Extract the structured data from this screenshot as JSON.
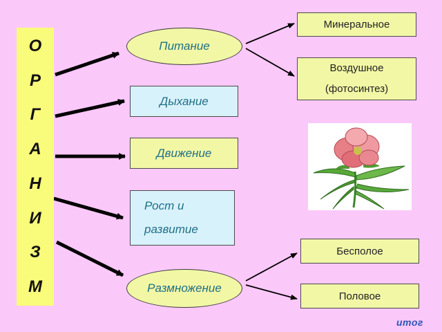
{
  "vertical_word": [
    "О",
    "Р",
    "Г",
    "А",
    "Н",
    "И",
    "З",
    "М"
  ],
  "processes": {
    "nutrition": "Питание",
    "respiration": "Дыхание",
    "movement": "Движение",
    "growth": [
      "Рост и",
      "развитие"
    ],
    "reproduction": "Размножение"
  },
  "nutrition_types": {
    "mineral": "Минеральное",
    "air": [
      "Воздушное",
      "(фотосинтез)"
    ]
  },
  "reproduction_types": {
    "asexual": "Бесполое",
    "sexual": "Половое"
  },
  "nav": {
    "itog": "итог"
  },
  "colors": {
    "background": "#fbc8fa",
    "word_column": "#f9fb7a",
    "box_yellow": "#f2f7a6",
    "box_blue": "#d8f2fb",
    "text_teal": "#1f6f86",
    "link_blue": "#2a57b8"
  },
  "icons": {
    "illustration": "flower-icon"
  }
}
